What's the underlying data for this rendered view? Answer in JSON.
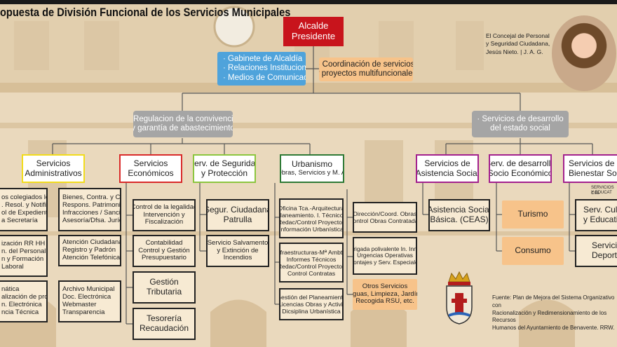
{
  "title": "opuesta de División Funcional de los Servicios Municipales",
  "top": {
    "alcalde": [
      "Alcalde",
      "Presidente"
    ],
    "gabinete": [
      "· Gabinete de Alcaldía",
      "· Relaciones Institucionales",
      "· Medios de Comunicación"
    ],
    "coordinacion": [
      "· Coordinación de servicios",
      "y proyectos multifuncionales"
    ]
  },
  "branches": {
    "left": [
      "· Regulacion de la convivencia",
      "y garantía  de abastecimiento"
    ],
    "right": [
      "· Servicios de desarrollo",
      "del estado social"
    ]
  },
  "columns": {
    "administrativos": {
      "header": [
        "Servicios",
        "Administrativos"
      ],
      "items_left": [
        [
          "os colegiados legales",
          ". Resol. y Notificac.",
          "ol de Expedientes",
          "a Secretaría"
        ],
        [
          "ización RR HH",
          "n. del Personal",
          "n y Formación",
          "Laboral"
        ],
        [
          "nática",
          "alización de procesos",
          "n. Electrónica",
          "ncia Técnica"
        ]
      ],
      "items_right": [
        [
          "Bienes, Contra. y Compras",
          "Respons. Patrimonial",
          "Infracciones / Sanciones",
          "Asesoría/Dfsa. Jurídica"
        ],
        [
          "Atención Ciudadana",
          "Registro y Padrón",
          "Atención Telefónica"
        ],
        [
          "Archivo Municipal",
          "Doc. Electrónica",
          "Webmaster",
          "Transparencia"
        ]
      ]
    },
    "economicos": {
      "header": [
        "Servicios",
        "Económicos"
      ],
      "items": [
        [
          "Control de la legalidad",
          "Intervención y",
          "Fiscalización"
        ],
        [
          "Contabilidad",
          "Control y Gestión",
          "Presupuestario"
        ],
        [
          "Gestión",
          "Tributaria"
        ],
        [
          "Tesorería",
          "Recaudación"
        ]
      ]
    },
    "seguridad": {
      "header": [
        "Serv. de Seguridad",
        "y Protección"
      ],
      "items": [
        [
          "Segur. Ciudadana",
          "Patrulla"
        ],
        [
          "Servicio Salvamento",
          "y Extinción de",
          "Incendios"
        ]
      ]
    },
    "urbanismo": {
      "header": [
        "Urbanismo",
        "Obras, Servicios y M. A."
      ],
      "items": [
        [
          "Oficina Tca.-Arquitectura",
          "Planeamiento. I. Técnicos",
          "Redac/Control Proyectos",
          "Información Urbanística"
        ],
        [
          "Infraestructuras-Mª Ambte.",
          "Informes Técnicos",
          "Redac/Control Proyectos",
          "Control Contratas"
        ],
        [
          "Gestión del Planeamiento",
          "Licencias Obras y Activi.",
          "Dicsiplina Urbanística"
        ]
      ],
      "side": [
        [
          "Dirección/Coord. Obras",
          "Control Obras Contratadas"
        ],
        [
          "Brigada polivalente In. Inm.",
          "Urgencias Operativas",
          "Montajes y Serv. Especiales"
        ],
        [
          "Otros Servicios",
          "Aguas, Limpieza, Jardín.",
          "Recogida RSU, etc."
        ]
      ]
    },
    "asistencia": {
      "header": [
        "Servicios de",
        "Asistencia Social"
      ],
      "items": [
        [
          "Asistencia Social",
          "Básica. (CEAS)"
        ]
      ]
    },
    "desarrollo": {
      "header": [
        "Serv. de desarrollo",
        "Socio Económico"
      ],
      "items": [
        [
          "Turismo"
        ],
        [
          "Consumo"
        ]
      ]
    },
    "bienestar": {
      "header": [
        "Servicios de",
        "Bienestar Soci"
      ],
      "note": "SERVICIOS CUL",
      "note2": "Y EDUCAT",
      "items": [
        [
          "Serv. Cultu",
          "y Educati"
        ],
        [
          "Servicio",
          "Deportiv"
        ]
      ]
    }
  },
  "concejal": [
    "El Concejal de Personal",
    "y Seguridad Ciudadana,",
    "Jesús Nieto. | J. A. G."
  ],
  "source": [
    "Fuente: Plan de Mejora del Sistema Organizativo con",
    "Racionalización y Redimensionamiento de los Recursos",
    "Humanos del Ayuntamiento de Benavente. RRW."
  ],
  "colors": {
    "red": "#c8141c",
    "yellow": "#f2dc1c",
    "green": "#8cc63f",
    "darkgreen": "#2f7a36",
    "purple": "#a3218e",
    "blue": "#4fa3db",
    "orange": "#f7c38a",
    "grey": "#a5a5a5"
  }
}
